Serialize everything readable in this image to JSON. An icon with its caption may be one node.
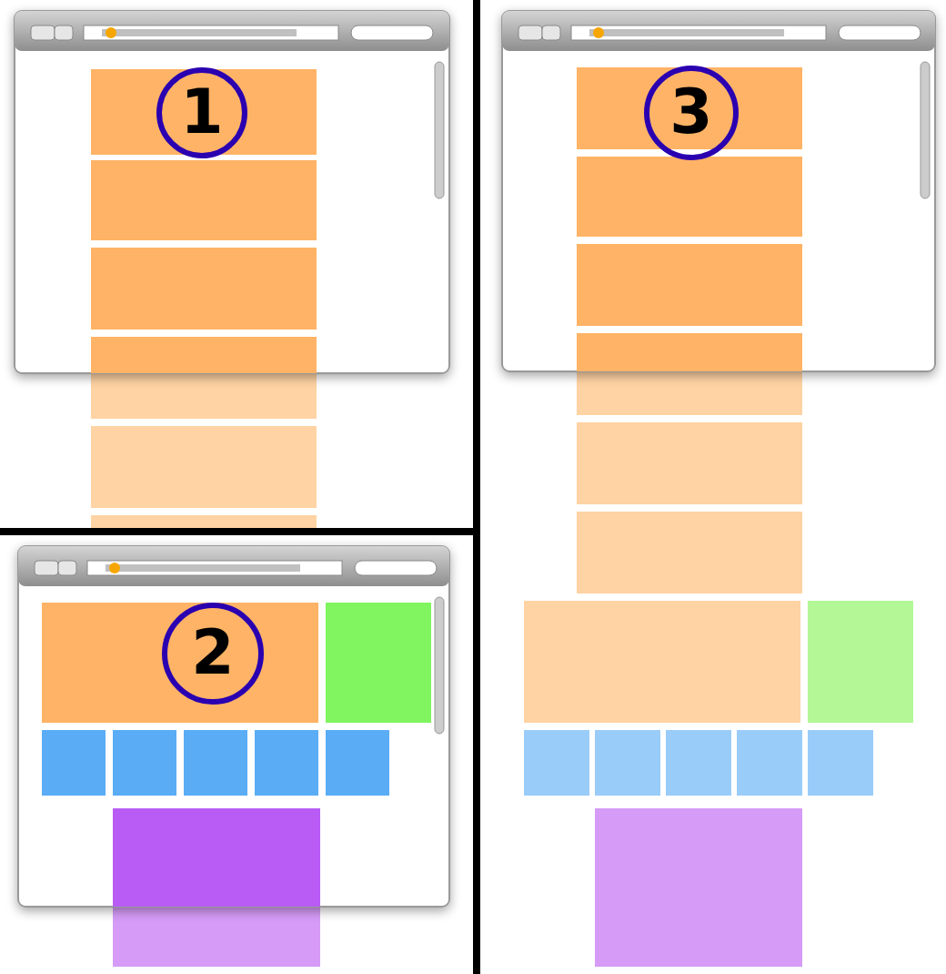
{
  "diagram": {
    "nodes": [
      {
        "text": [
          "1"
        ]
      },
      {
        "text": [
          "2"
        ]
      },
      {
        "text": [
          "3"
        ]
      }
    ]
  }
}
